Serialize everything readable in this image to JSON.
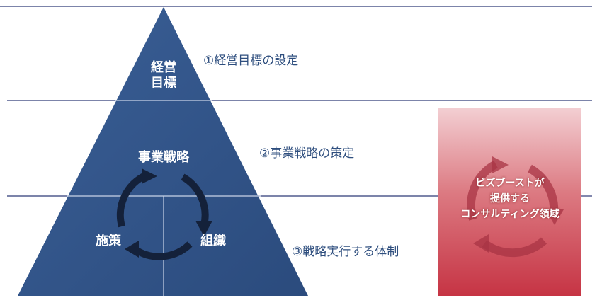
{
  "pyramid": {
    "top_line1": "経営",
    "top_line2": "目標",
    "middle": "事業戦略",
    "bottom_left": "施策",
    "bottom_right": "組織"
  },
  "levels": [
    {
      "label": "①経営目標の設定"
    },
    {
      "label": "②事業戦略の策定"
    },
    {
      "label": "③戦略実行する体制"
    }
  ],
  "callout": {
    "line1": "ビズブーストが",
    "line2": "提供する",
    "line3": "コンサルティング領域"
  },
  "colors": {
    "pyramid": "#33558a",
    "rule": "#2e3a78",
    "label": "#2e4e7e",
    "cycle_arrows": "#14213a",
    "callout_top": "#f1c8cd",
    "callout_bottom": "#c93a48"
  }
}
